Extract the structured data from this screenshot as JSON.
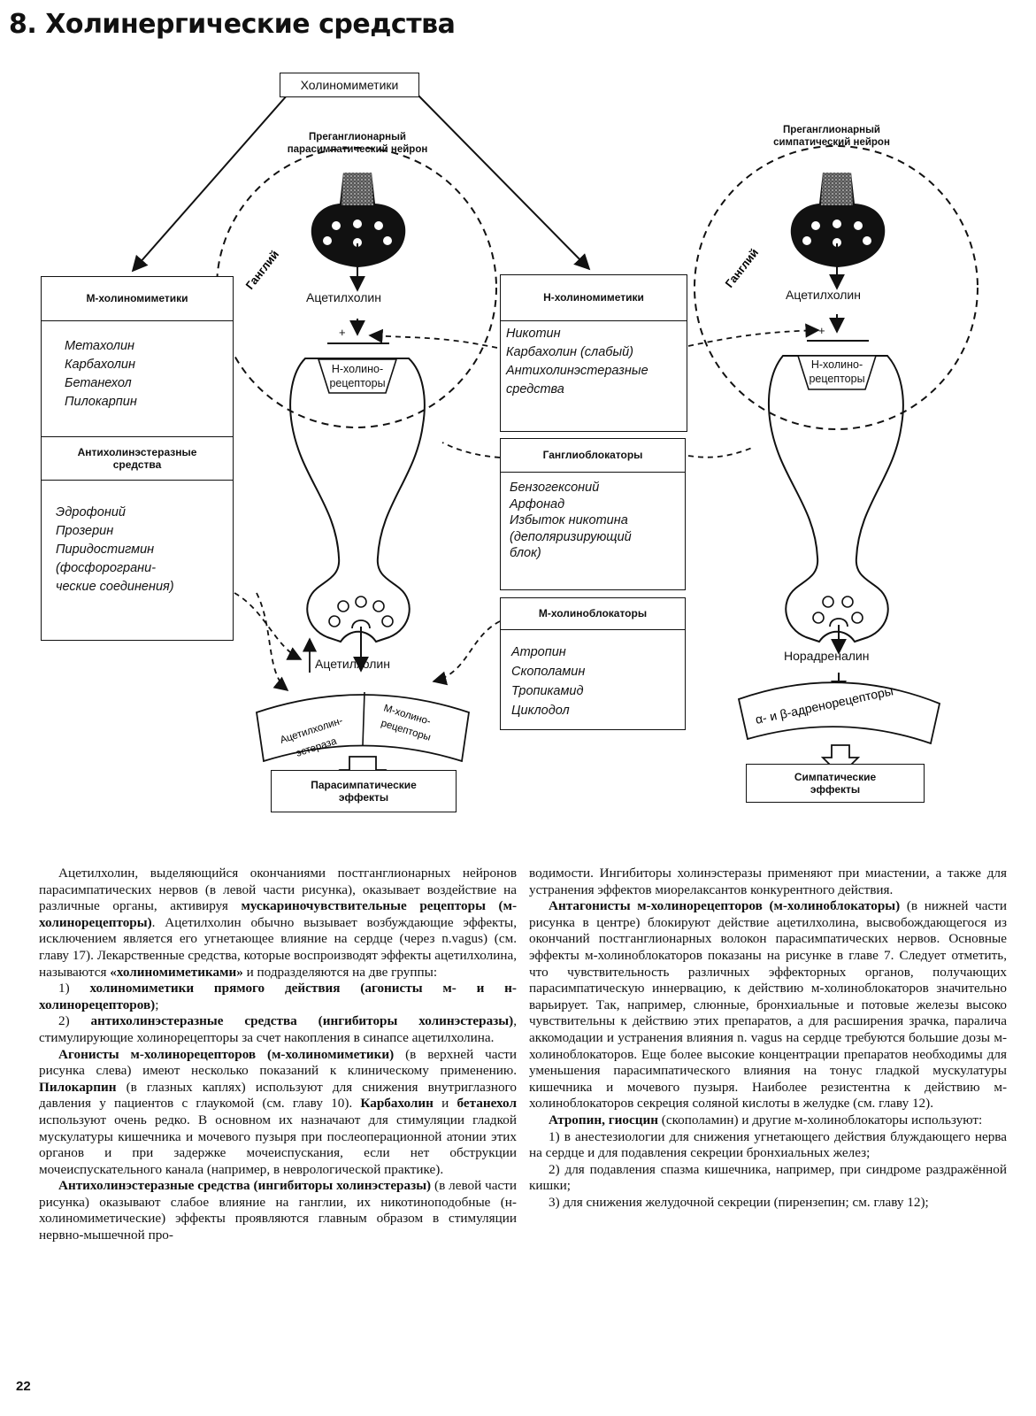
{
  "title": "8. Холинергические средства",
  "diagram": {
    "top_box": "Холиномиметики",
    "preganglionic_para": [
      "Преганглионарный",
      "парасимпатический нейрон"
    ],
    "preganglionic_symp": [
      "Преганглионарный",
      "симпатический нейрон"
    ],
    "ganglion": "Ганглий",
    "acetylcholine": "Ацетилхолин",
    "n_receptors": [
      "Н-холино-",
      "рецепторы"
    ],
    "plus": "+",
    "m_mimetics": {
      "head": "М-холиномиметики",
      "items": [
        "Метахолин",
        "Карбахолин",
        "Бетанехол",
        "Пилокарпин"
      ]
    },
    "anticholinesterase": {
      "head": [
        "Антихолинэстеразные",
        "средства"
      ],
      "items": [
        "Эдрофоний",
        "Прозерин",
        "Пиридостигмин",
        "(фосфорограни-",
        "ческие соединения)"
      ]
    },
    "n_mimetics": {
      "head": "Н-холиномиметики",
      "items": [
        "Никотин",
        "Карбахолин (слабый)",
        "Антихолинэстеразные",
        "средства"
      ]
    },
    "ganglioblockers": {
      "head": "Ганглиоблокаторы",
      "items": [
        "Бензогексоний",
        "Арфонад",
        "Избыток никотина",
        "(деполяризирующий",
        "блок)"
      ]
    },
    "m_blockers": {
      "head": "М-холиноблокаторы",
      "items": [
        "Атропин",
        "Скополамин",
        "Тропикамид",
        "Циклодол"
      ]
    },
    "acetylcholinesterase": [
      "Ацетилхолин-",
      "эстераза"
    ],
    "m_receptors": [
      "М-холино-",
      "рецепторы"
    ],
    "noradrenaline": "Норадреналин",
    "adrenoreceptors": "α- и β-адренорецепторы",
    "para_effects": [
      "Парасимпатические",
      "эффекты"
    ],
    "symp_effects": [
      "Симпатические",
      "эффекты"
    ]
  },
  "text": {
    "left": [
      {
        "indent": true,
        "parts": [
          {
            "t": "Ацетилхолин, выделяющийся окончаниями постганглионарных нейронов парасимпатических нервов (в левой части рисунка), оказывает воздействие на различные органы, активируя "
          },
          {
            "t": "мускариночувствительные рецепторы (м-холинорецепторы)",
            "b": true
          },
          {
            "t": ". Ацетилхолин обычно вызывает возбуждающие эффекты, исключением является его угнетающее влияние на сердце (через n.vagus) (см. главу 17). Лекарственные средства, которые воспроизводят эффекты ацетилхолина, называются "
          },
          {
            "t": "«холиномиметиками»",
            "b": true
          },
          {
            "t": " и подразделяются на две группы:"
          }
        ]
      },
      {
        "indent": true,
        "parts": [
          {
            "t": "1) "
          },
          {
            "t": "холиномиметики прямого действия (агонисты м- и н-холинорецепторов)",
            "b": true
          },
          {
            "t": ";"
          }
        ]
      },
      {
        "indent": true,
        "parts": [
          {
            "t": "2) "
          },
          {
            "t": "антихолинэстеразные средства (ингибиторы холинэстеразы)",
            "b": true
          },
          {
            "t": ", стимулирующие холинорецепторы за счет накопления в синапсе ацетилхолина."
          }
        ]
      },
      {
        "indent": true,
        "parts": [
          {
            "t": "Агонисты м-холинорецепторов (м-холиномиметики)",
            "b": true
          },
          {
            "t": " (в верхней части рисунка слева) имеют несколько показаний к клиническому применению. "
          },
          {
            "t": "Пилокарпин",
            "b": true
          },
          {
            "t": " (в глазных каплях) используют для снижения внутриглазного давления у пациентов с глаукомой (см. главу 10). "
          },
          {
            "t": "Карбахолин",
            "b": true
          },
          {
            "t": " и "
          },
          {
            "t": "бетанехол",
            "b": true
          },
          {
            "t": " используют очень редко. В основном их назначают для стимуляции гладкой мускулатуры кишечника и мочевого пузыря при послеоперационной атонии этих органов и при задержке мочеиспускания, если нет обструкции мочеиспускательного канала (например, в неврологической практике)."
          }
        ]
      },
      {
        "indent": true,
        "parts": [
          {
            "t": "Антихолинэстеразные средства (ингибиторы холинэстеразы)",
            "b": true
          },
          {
            "t": " (в левой части рисунка) оказывают слабое влияние на ганглии, их никотиноподобные (н-холиномиметические) эффекты проявляются главным образом в стимуляции нервно-мышечной про-"
          }
        ]
      }
    ],
    "right": [
      {
        "indent": false,
        "parts": [
          {
            "t": "водимости. Ингибиторы холинэстеразы применяют при миастении, а также для устранения эффектов миорелаксантов конкурентного действия."
          }
        ]
      },
      {
        "indent": true,
        "parts": [
          {
            "t": "Антагонисты м-холинорецепторов (м-холиноблокаторы)",
            "b": true
          },
          {
            "t": " (в нижней части рисунка в центре) блокируют действие ацетилхолина, высвобождающегося из окончаний постганглионарных волокон парасимпатических нервов. Основные эффекты м-холиноблокаторов показаны на рисунке в главе 7. Следует отметить, что чувствительность различных эффекторных органов, получающих парасимпатическую иннервацию, к действию м-холиноблокаторов значительно варьирует. Так, например, слюнные, бронхиальные и потовые железы высоко чувствительны к действию этих препаратов, а для расширения зрачка, паралича аккомодации и устранения влияния n. vagus на сердце требуются большие дозы м-холиноблокаторов. Еще более высокие концентрации препаратов необходимы для уменьшения парасимпатического влияния на тонус гладкой мускулатуры кишечника и мочевого пузыря. Наиболее резистентна к действию м-холиноблокаторов секреция соляной кислоты в желудке (см. главу 12)."
          }
        ]
      },
      {
        "indent": true,
        "parts": [
          {
            "t": "Атропин, гиосцин",
            "b": true
          },
          {
            "t": " (скополамин) и другие м-холиноблокаторы используют:"
          }
        ]
      },
      {
        "indent": true,
        "parts": [
          {
            "t": "1) в анестезиологии для снижения угнетающего действия блуждающего нерва на сердце и для подавления секреции бронхиальных желез;"
          }
        ]
      },
      {
        "indent": true,
        "parts": [
          {
            "t": "2) для подавления спазма кишечника, например, при синдроме раздражённой кишки;"
          }
        ]
      },
      {
        "indent": true,
        "parts": [
          {
            "t": "3) для снижения желудочной секреции (пирензепин; см. главу 12);"
          }
        ]
      }
    ]
  },
  "page_number": "22"
}
